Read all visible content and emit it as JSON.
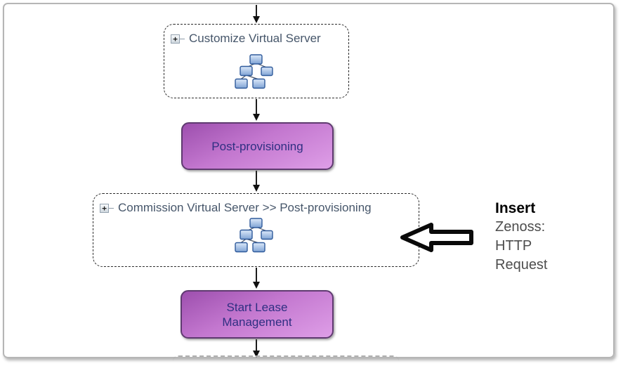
{
  "diagram": {
    "expander_glyph": "+",
    "nodes": {
      "customize": {
        "label": "Customize Virtual Server",
        "kind": "expandable-dashed-group"
      },
      "post_provisioning": {
        "label": "Post-provisioning",
        "kind": "activity"
      },
      "commission": {
        "label": "Commission Virtual Server >> Post-provisioning",
        "kind": "expandable-dashed-group"
      },
      "start_lease": {
        "label": "Start Lease Management",
        "kind": "activity"
      }
    }
  },
  "annotation": {
    "title": "Insert",
    "lines": [
      "Zenoss:",
      "HTTP",
      "Request"
    ]
  },
  "icons": {
    "expander": "plus-expand-icon",
    "subprocess": "subprocess-tree-icon",
    "flow": "arrow-down-icon",
    "callout": "block-arrow-left-icon"
  },
  "colors": {
    "frame_border": "#b6b6b6",
    "activity_border": "#5f3a70",
    "activity_gradient_start": "#9d4fae",
    "activity_gradient_end": "#de9ee7",
    "activity_text": "#2f2f82",
    "dashed_border": "#2b2b2b",
    "dashed_label_text": "#46566a",
    "tree_square_border": "#2f5a9b",
    "tree_square_fill_top": "#ddeafa",
    "tree_square_fill_bottom": "#7fa3d4",
    "annotation_title_text": "#000000",
    "annotation_line_text": "#4d4d4d"
  }
}
